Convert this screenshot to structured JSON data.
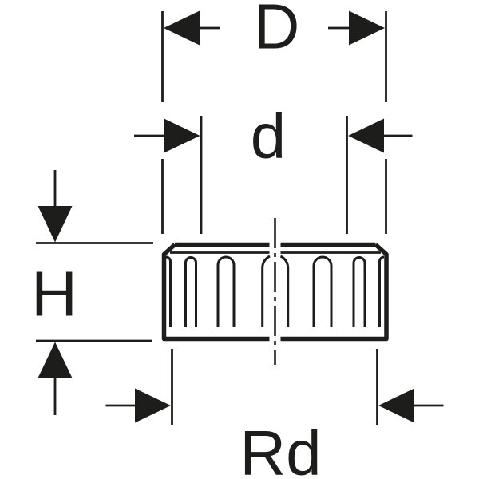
{
  "colors": {
    "ink": "#1d1d1b",
    "background": "#ffffff"
  },
  "labels": {
    "outer_diameter": "D",
    "nominal_diameter": "d",
    "height": "H",
    "thread_size": "Rd"
  }
}
